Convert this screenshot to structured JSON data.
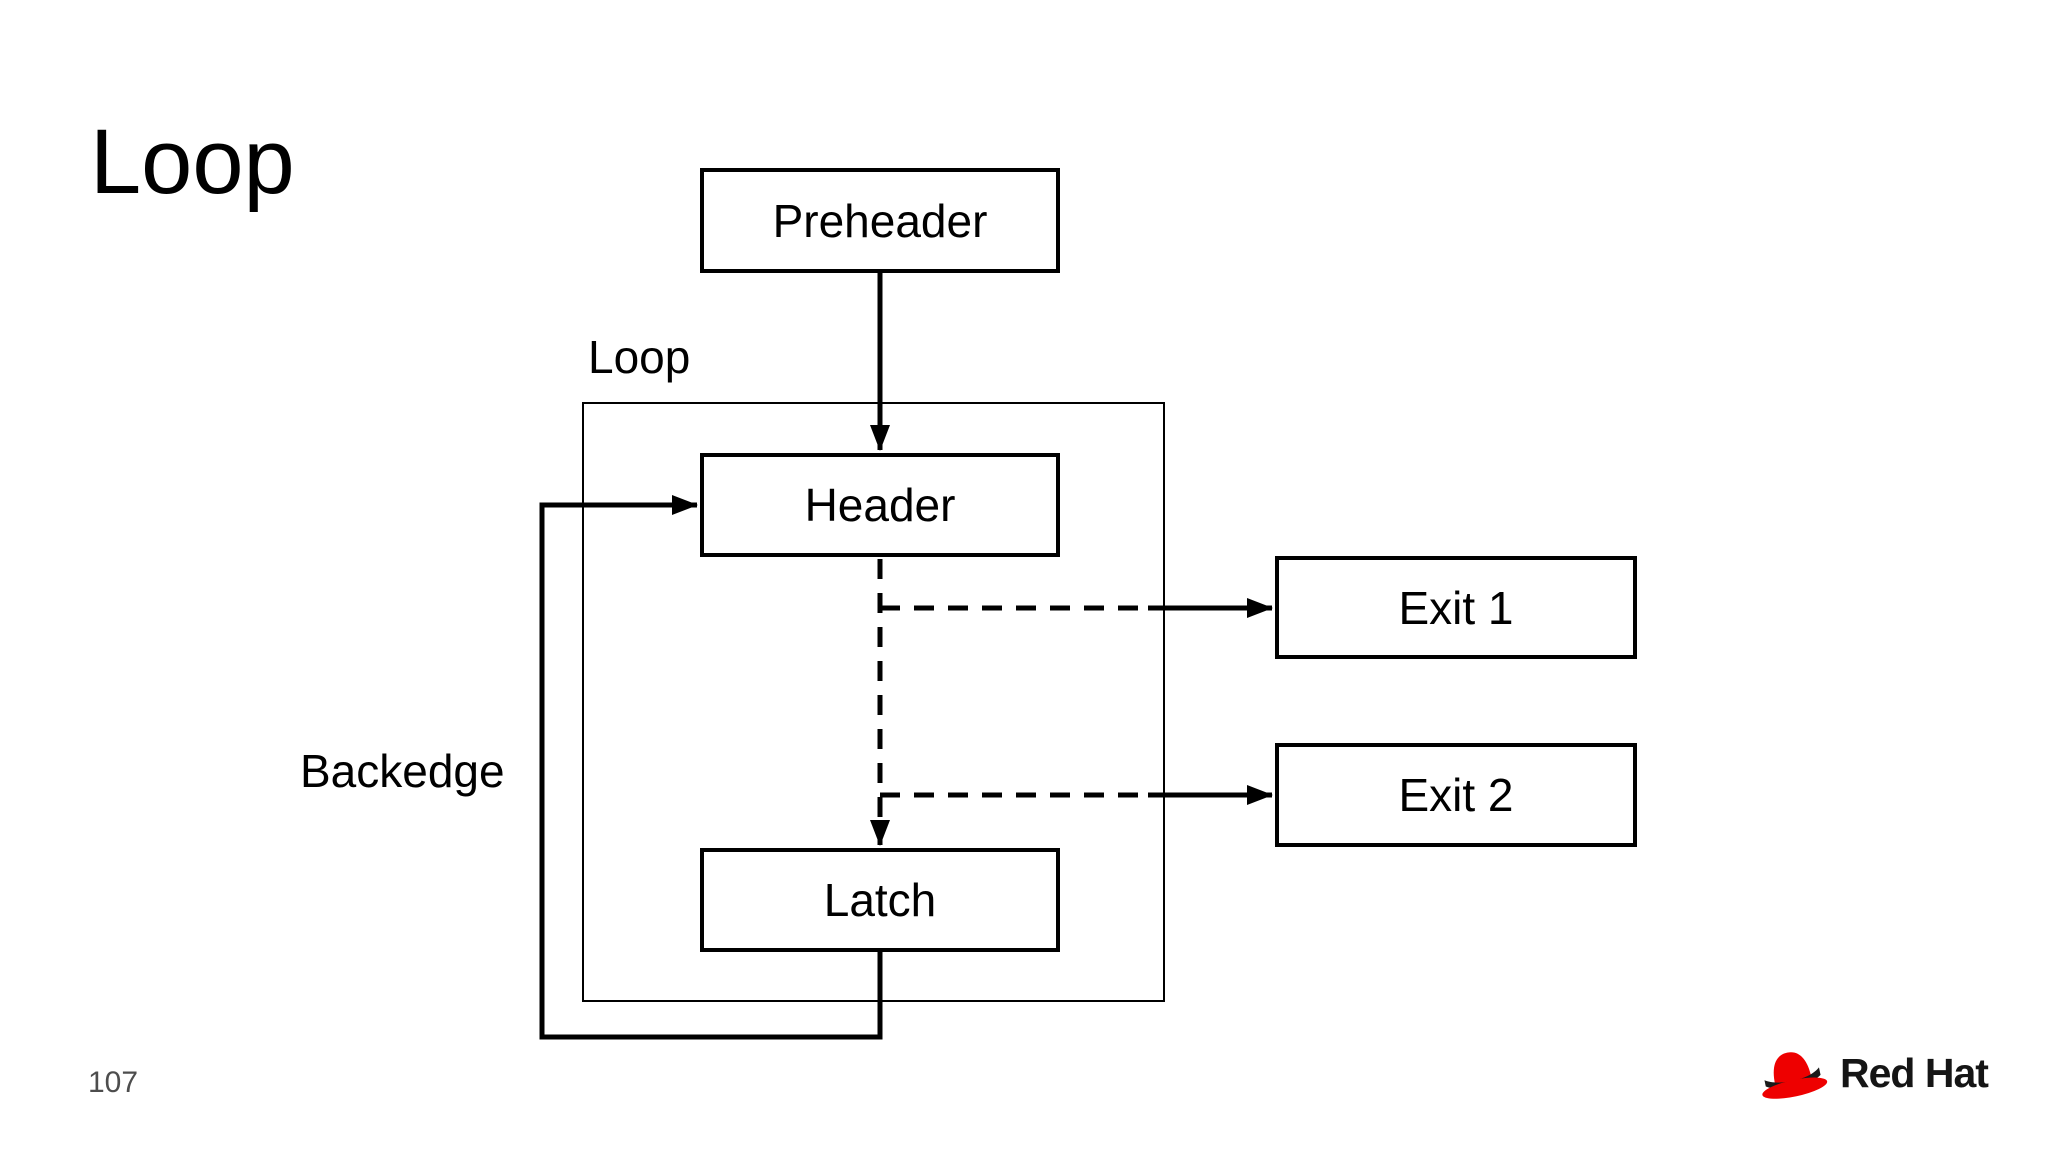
{
  "slide": {
    "title": "Loop",
    "page_number": "107"
  },
  "diagram": {
    "loop_container_label": "Loop",
    "backedge_label": "Backedge",
    "nodes": {
      "preheader": {
        "label": "Preheader"
      },
      "header": {
        "label": "Header"
      },
      "latch": {
        "label": "Latch"
      },
      "exit1": {
        "label": "Exit 1"
      },
      "exit2": {
        "label": "Exit 2"
      }
    },
    "edges": {
      "preheader_to_header": "solid-arrow",
      "header_to_latch": "dashed-arrow",
      "header_to_exit1": "dashed-arrow",
      "header_to_exit2": "dashed-arrow",
      "latch_to_header_backedge": "solid-arrow"
    }
  },
  "footer": {
    "brand": "Red Hat"
  },
  "colors": {
    "background": "#ffffff",
    "line": "#000000",
    "page_number": "#4d4d4d",
    "brand_red": "#ee0000",
    "brand_text": "#151515"
  }
}
